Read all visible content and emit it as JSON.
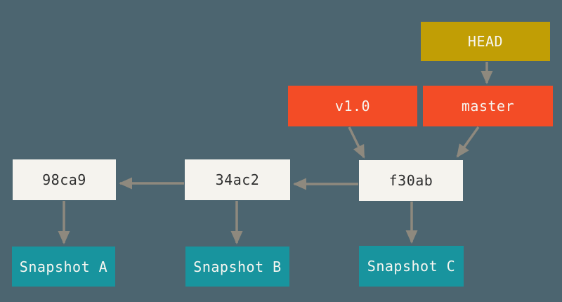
{
  "diagram": {
    "description": "Git HEAD, branch and tag references pointing to a commit history with snapshots",
    "colors": {
      "background": "#4c6570",
      "head_box": "#c19e05",
      "ref_box": "#f34c26",
      "commit_box": "#f5f3ee",
      "snapshot_box": "#18949e",
      "arrow": "#8e897e",
      "commit_text": "#2e2e2e",
      "light_text": "#f7f6f1"
    },
    "head": {
      "label": "HEAD"
    },
    "refs": [
      {
        "label": "v1.0",
        "type": "tag"
      },
      {
        "label": "master",
        "type": "branch"
      }
    ],
    "commits": [
      {
        "label": "98ca9"
      },
      {
        "label": "34ac2"
      },
      {
        "label": "f30ab"
      }
    ],
    "snapshots": [
      {
        "label": "Snapshot A"
      },
      {
        "label": "Snapshot B"
      },
      {
        "label": "Snapshot C"
      }
    ],
    "edges": [
      {
        "from": "HEAD",
        "to": "master"
      },
      {
        "from": "v1.0",
        "to": "f30ab"
      },
      {
        "from": "master",
        "to": "f30ab"
      },
      {
        "from": "f30ab",
        "to": "34ac2"
      },
      {
        "from": "34ac2",
        "to": "98ca9"
      },
      {
        "from": "98ca9",
        "to": "Snapshot A"
      },
      {
        "from": "34ac2",
        "to": "Snapshot B"
      },
      {
        "from": "f30ab",
        "to": "Snapshot C"
      }
    ]
  }
}
